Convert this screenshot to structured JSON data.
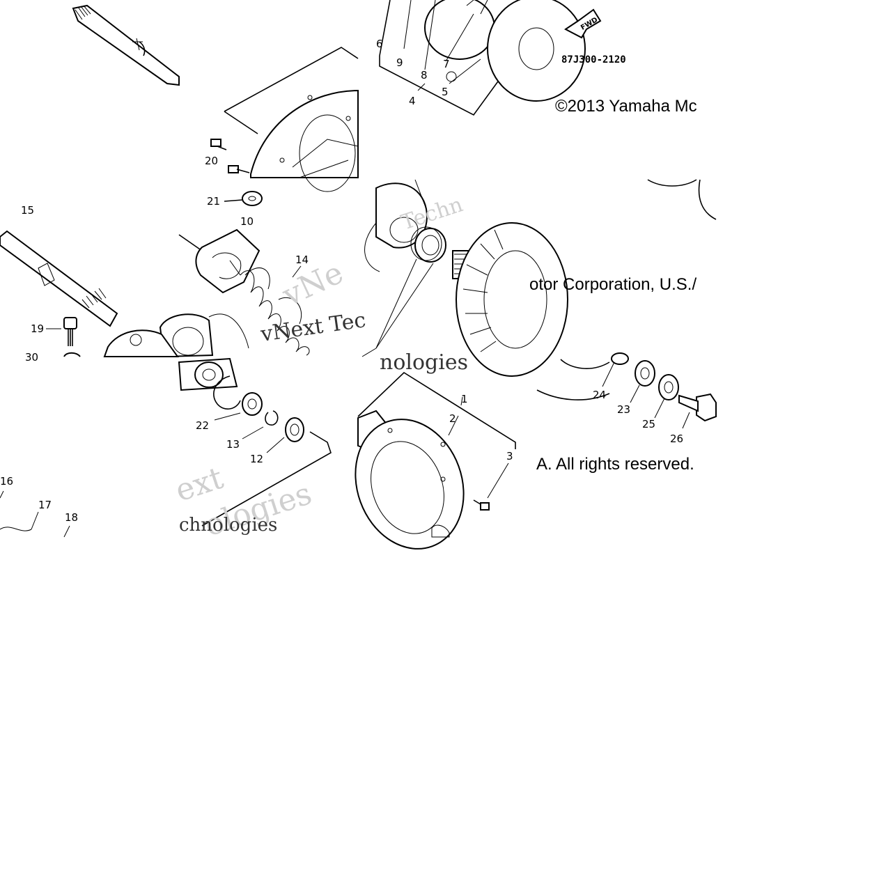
{
  "diagram": {
    "part_code": "87J300-2120",
    "fwd_label": "FWD",
    "copyright_parts": [
      "©2013 Yamaha Mc",
      "otor Corporation, U.S./",
      "A. All rights reserved."
    ],
    "watermark_parts": [
      "vNext Tec",
      "Techn",
      "nologies",
      "ext",
      "ologies",
      "chnologies",
      "vNe"
    ],
    "callouts": [
      {
        "id": "c1",
        "text": "1"
      },
      {
        "id": "c2",
        "text": "2"
      },
      {
        "id": "c3",
        "text": "3"
      },
      {
        "id": "c4",
        "text": "4"
      },
      {
        "id": "c5",
        "text": "5"
      },
      {
        "id": "c6",
        "text": "6"
      },
      {
        "id": "c7",
        "text": "7"
      },
      {
        "id": "c8",
        "text": "8"
      },
      {
        "id": "c9",
        "text": "9"
      },
      {
        "id": "c10",
        "text": "10"
      },
      {
        "id": "c12",
        "text": "12"
      },
      {
        "id": "c13",
        "text": "13"
      },
      {
        "id": "c14",
        "text": "14"
      },
      {
        "id": "c15",
        "text": "15"
      },
      {
        "id": "c16",
        "text": "16"
      },
      {
        "id": "c17",
        "text": "17"
      },
      {
        "id": "c18",
        "text": "18"
      },
      {
        "id": "c19",
        "text": "19"
      },
      {
        "id": "c20",
        "text": "20"
      },
      {
        "id": "c21",
        "text": "21"
      },
      {
        "id": "c22",
        "text": "22"
      },
      {
        "id": "c23",
        "text": "23"
      },
      {
        "id": "c24",
        "text": "24"
      },
      {
        "id": "c25",
        "text": "25"
      },
      {
        "id": "c26",
        "text": "26"
      },
      {
        "id": "c30",
        "text": "30"
      }
    ]
  }
}
